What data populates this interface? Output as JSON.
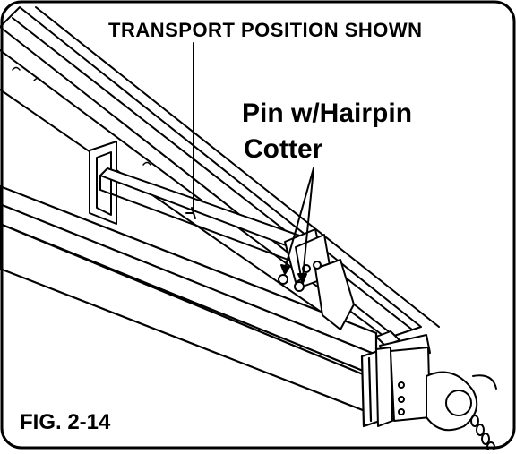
{
  "labels": {
    "transport": "TRANSPORT POSITION SHOWN",
    "pin_line1": "Pin  w/Hairpin",
    "pin_line2": "Cotter",
    "figure": "FIG.  2-14"
  }
}
